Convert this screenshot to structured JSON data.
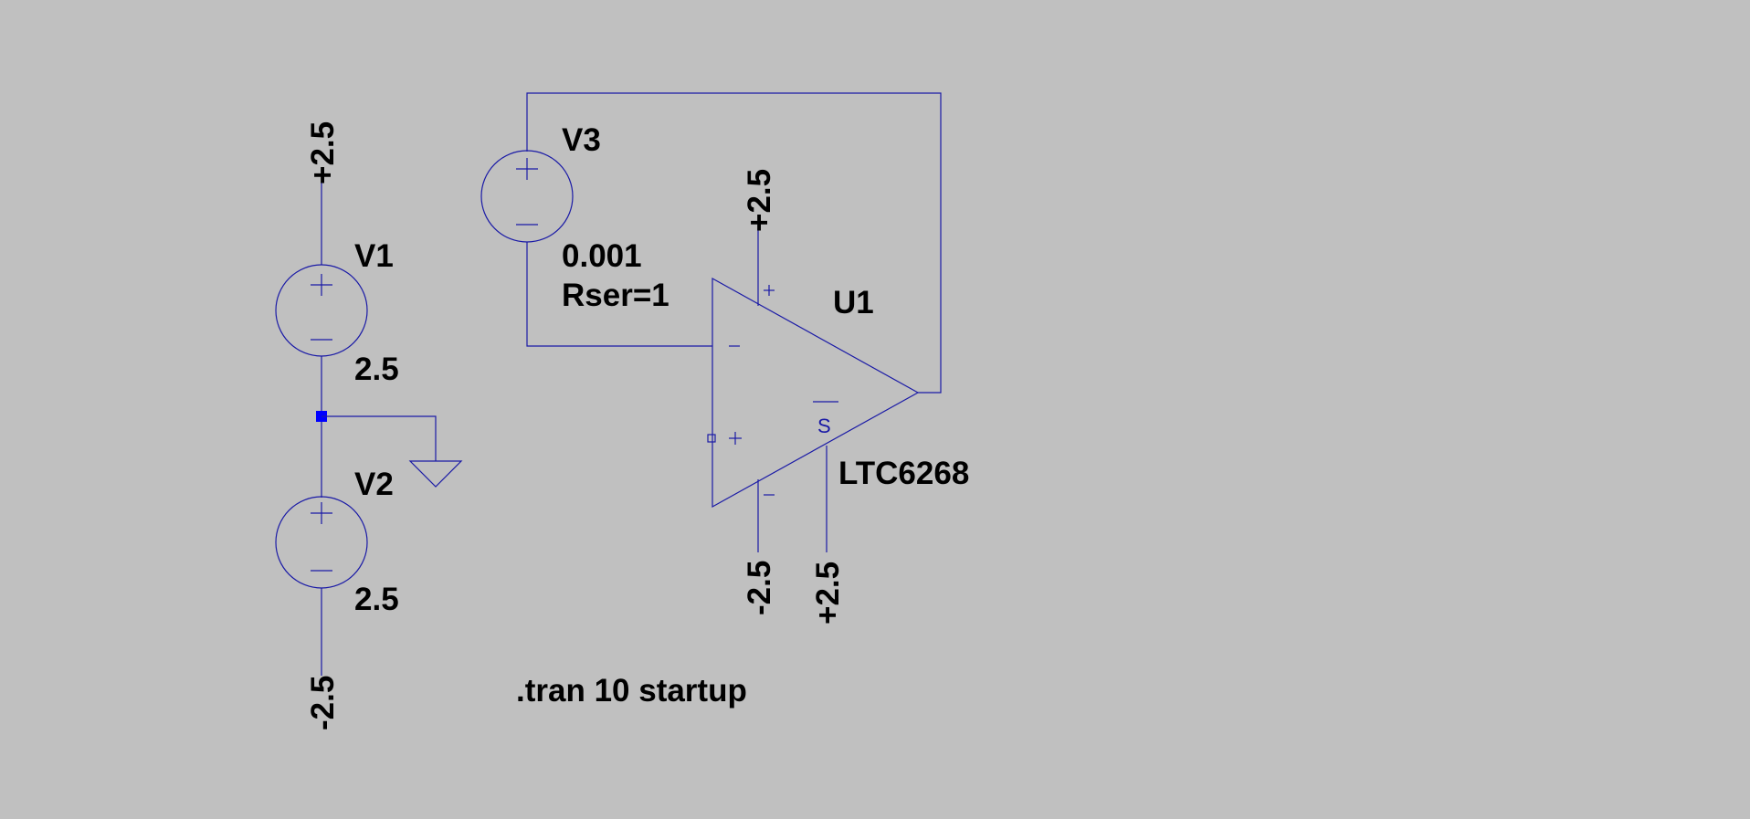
{
  "colors": {
    "background": "#c0c0c0",
    "wire": "#1a1aa6",
    "junction": "#0000ff",
    "text": "#000000"
  },
  "v1": {
    "name": "V1",
    "value": "2.5",
    "top_net": "+2.5"
  },
  "v2": {
    "name": "V2",
    "value": "2.5",
    "bottom_net": "-2.5"
  },
  "v3": {
    "name": "V3",
    "value": "0.001",
    "rser": "Rser=1"
  },
  "u1": {
    "name": "U1",
    "part": "LTC6268",
    "vplus_net": "+2.5",
    "vminus_net": "-2.5",
    "shdn_net": "+2.5",
    "shdn_label": "S"
  },
  "directive": ".tran 10 startup"
}
